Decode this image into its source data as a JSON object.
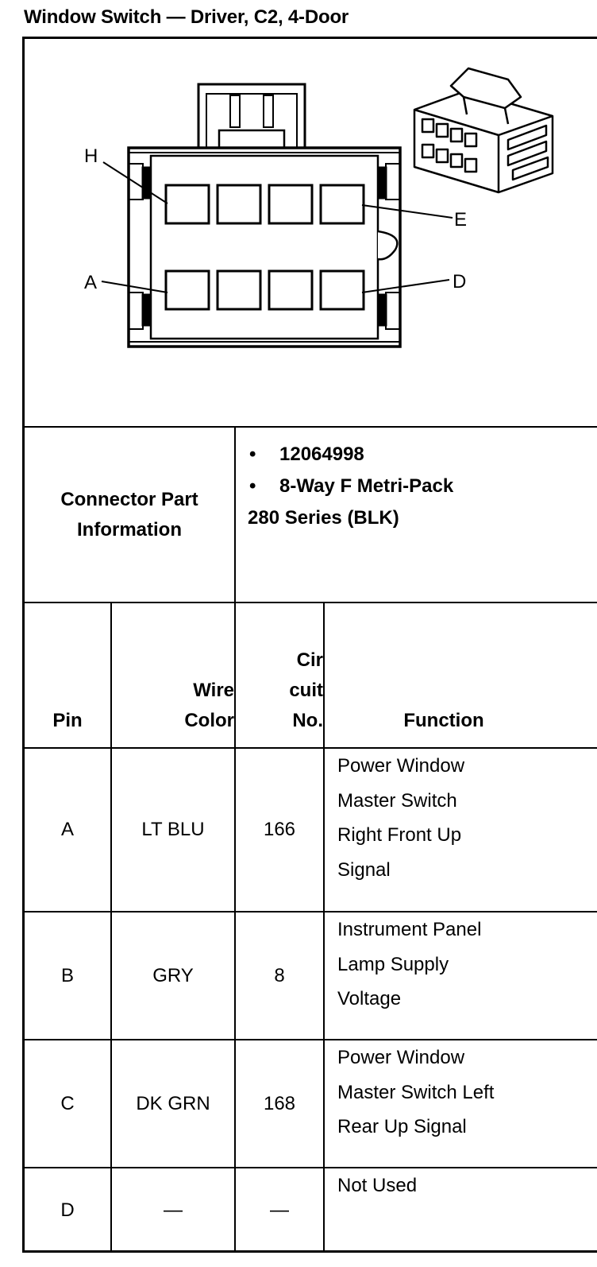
{
  "title": "Window Switch — Driver, C2, 4-Door",
  "diagram": {
    "pin_labels": {
      "h": "H",
      "e": "E",
      "a": "A",
      "d": "D"
    }
  },
  "connector_info": {
    "label_line1": "Connector Part",
    "label_line2": "Information",
    "part_number": "12064998",
    "description_line1": "8-Way F Metri-Pack",
    "description_line2": "280 Series (BLK)"
  },
  "table": {
    "headers": {
      "pin": "Pin",
      "wire_line1": "Wire",
      "wire_line2": "Color",
      "circuit_line1": "Cir",
      "circuit_line2": "cuit",
      "circuit_line3": "No.",
      "function": "Function"
    },
    "rows": [
      {
        "pin": "A",
        "wire": "LT BLU",
        "circuit": "166",
        "function": [
          "Power Window",
          "Master Switch",
          "Right Front Up",
          "Signal"
        ]
      },
      {
        "pin": "B",
        "wire": "GRY",
        "circuit": "8",
        "function": [
          "Instrument Panel",
          "Lamp Supply",
          "Voltage"
        ]
      },
      {
        "pin": "C",
        "wire": "DK GRN",
        "circuit": "168",
        "function": [
          "Power Window",
          "Master Switch Left",
          "Rear Up Signal"
        ]
      },
      {
        "pin": "D",
        "wire": "—",
        "circuit": "—",
        "function": [
          "Not Used"
        ]
      }
    ]
  }
}
